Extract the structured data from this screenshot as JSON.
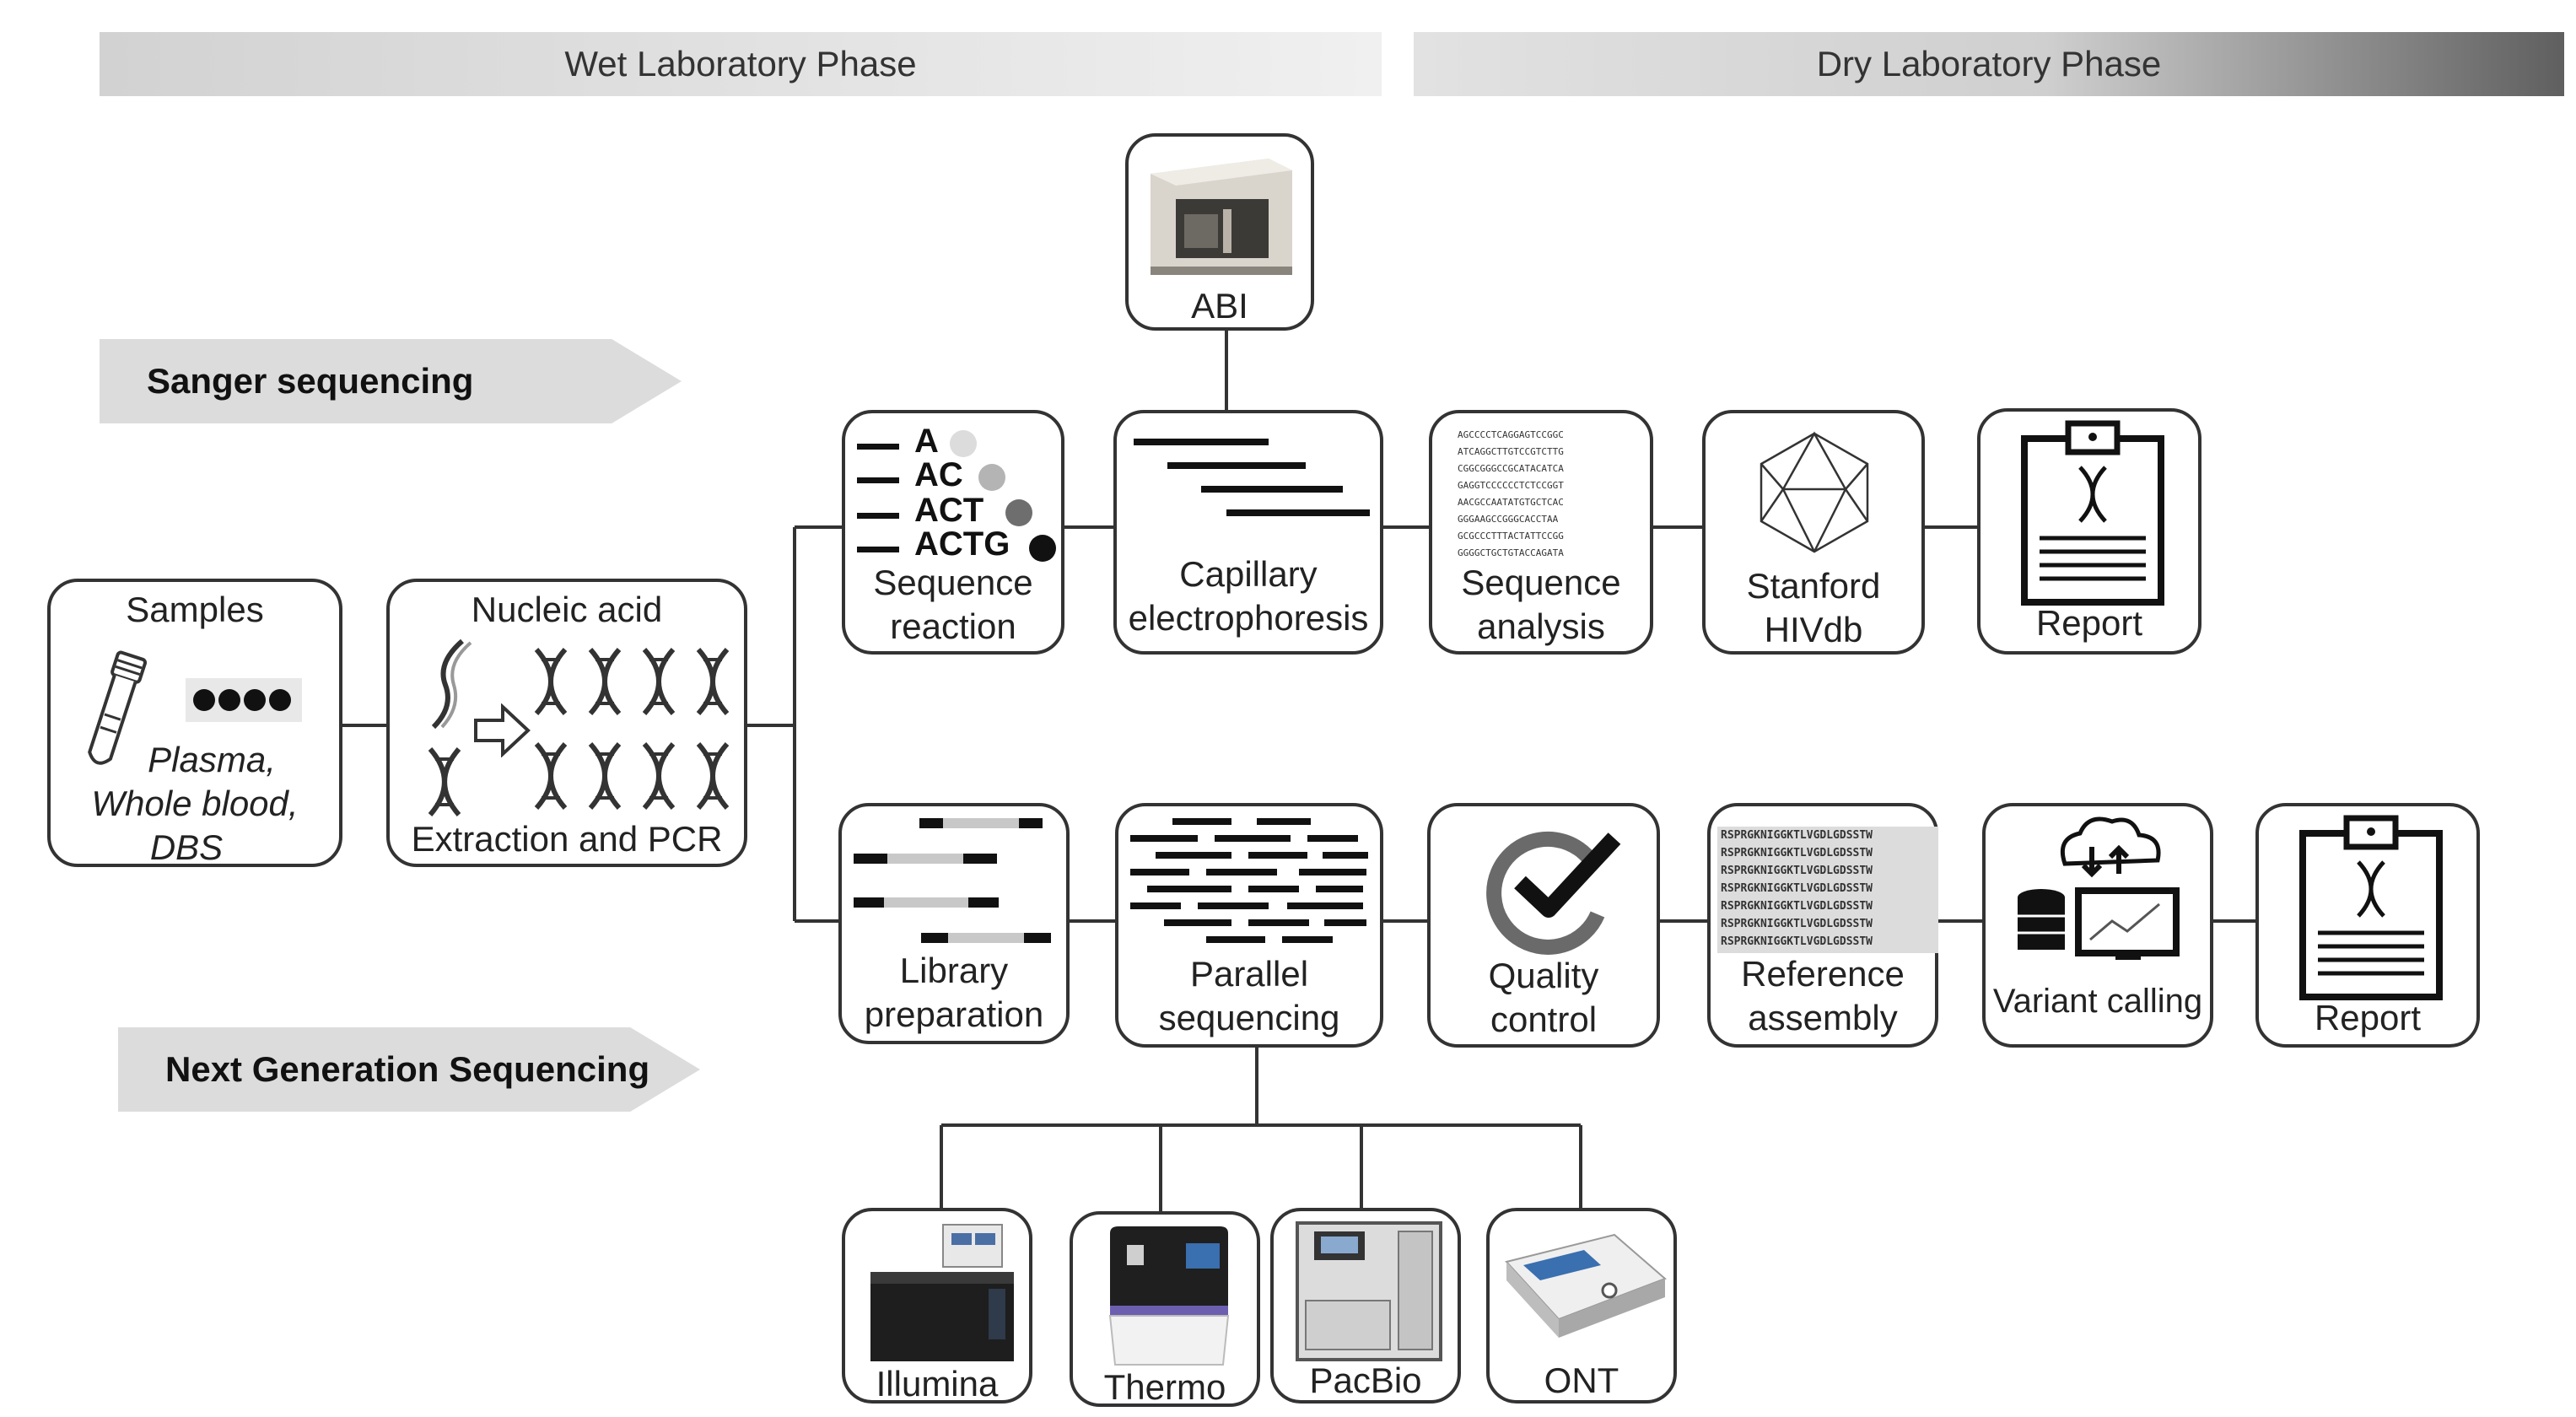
{
  "phases": {
    "wet": "Wet Laboratory Phase",
    "dry": "Dry Laboratory Phase"
  },
  "methods": {
    "sanger": "Sanger sequencing",
    "ngs": "Next Generation Sequencing"
  },
  "nodes": {
    "samples": {
      "title": "Samples",
      "line1": "Plasma,",
      "line2": "Whole blood,",
      "line3": "DBS"
    },
    "nucleic": {
      "title": "Nucleic acid",
      "caption": "Extraction and PCR"
    },
    "abi": {
      "label": "ABI"
    },
    "seq_reaction": {
      "line1": "Sequence",
      "line2": "reaction",
      "letters": [
        "A",
        "AC",
        "ACT",
        "ACTG"
      ]
    },
    "capillary": {
      "line1": "Capillary",
      "line2": "electrophoresis"
    },
    "seq_analysis": {
      "line1": "Sequence",
      "line2": "analysis",
      "text": "AGCCCCTCAGGAGTCCGGC\nATCAGGCTTGTCCGTCTTG\nCGGCGGGCCGCATACATCA\nGAGGTCCCCCCTCTCCGGT\nAACGCCAATATGTGCTCAC\nGGGAAGCCGGGCACCTAA\nGCGCCCTTTACTATTCCGG\nGGGGCTGCTGTACCAGATA"
    },
    "stanford": {
      "line1": "Stanford",
      "line2": "HIVdb"
    },
    "report1": {
      "label": "Report"
    },
    "library": {
      "line1": "Library",
      "line2": "preparation"
    },
    "parallel": {
      "line1": "Parallel",
      "line2": "sequencing"
    },
    "qc": {
      "line1": "Quality",
      "line2": "control"
    },
    "ref_assembly": {
      "line1": "Reference",
      "line2": "assembly",
      "text": "RSPRGKNIGGKTLVGDLGDSSTW\nRSPRGKNIGGKTLVGDLGDSSTW\nRSPRGKNIGGKTLVGDLGDSSTW\nRSPRGKNIGGKTLVGDLGDSSTW\nRSPRGKNIGGKTLVGDLGDSSTW\nRSPRGKNIGGKTLVGDLGDSSTW\nRSPRGKNIGGKTLVGDLGDSSTW"
    },
    "variant": {
      "label": "Variant calling"
    },
    "report2": {
      "label": "Report"
    },
    "illumina": {
      "label": "Illumina"
    },
    "thermo": {
      "label": "Thermo"
    },
    "pacbio": {
      "label": "PacBio"
    },
    "ont": {
      "label": "ONT"
    }
  },
  "colors": {
    "line": "#333333",
    "method_bg": "#dcdcdc"
  }
}
